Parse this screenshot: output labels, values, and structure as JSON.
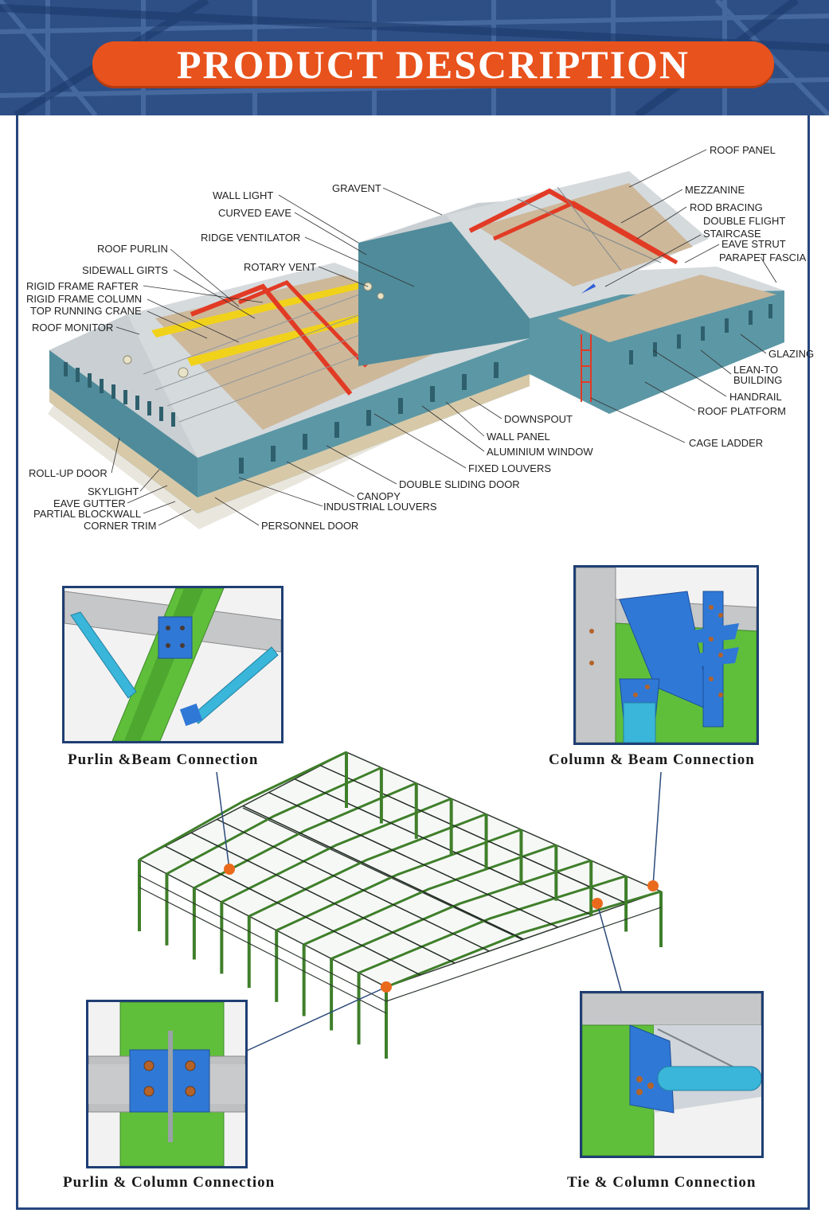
{
  "header": {
    "title": "PRODUCT DESCRIPTION"
  },
  "building_labels": {
    "roof_panel": "ROOF PANEL",
    "mezzanine": "MEZZANINE",
    "rod_bracing": "ROD BRACING",
    "double_flight": "DOUBLE FLIGHT",
    "staircase": "STAIRCASE",
    "eave_strut": "EAVE STRUT",
    "parapet_fascia": "PARAPET FASCIA",
    "gravent": "GRAVENT",
    "wall_light": "WALL LIGHT",
    "curved_eave": "CURVED EAVE",
    "ridge_ventilator": "RIDGE VENTILATOR",
    "roof_purlin": "ROOF PURLIN",
    "rotary_vent": "ROTARY VENT",
    "sidewall_girts": "SIDEWALL GIRTS",
    "rigid_frame_rafter": "RIGID FRAME RAFTER",
    "rigid_frame_column": "RIGID FRAME COLUMN",
    "top_running_crane": "TOP RUNNING CRANE",
    "roof_monitor": "ROOF MONITOR",
    "glazing": "GLAZING",
    "lean_to": "LEAN-TO",
    "building": "BUILDING",
    "handrail": "HANDRAIL",
    "roof_platform": "ROOF PLATFORM",
    "downspout": "DOWNSPOUT",
    "wall_panel": "WALL PANEL",
    "aluminium_window": "ALUMINIUM WINDOW",
    "fixed_louvers": "FIXED LOUVERS",
    "cage_ladder": "CAGE LADDER",
    "double_sliding_door": "DOUBLE SLIDING DOOR",
    "canopy": "CANOPY",
    "industrial_louvers": "INDUSTRIAL LOUVERS",
    "personnel_door": "PERSONNEL DOOR",
    "roll_up_door": "ROLL-UP DOOR",
    "skylight": "SKYLIGHT",
    "eave_gutter": "EAVE GUTTER",
    "partial_blockwall": "PARTIAL BLOCKWALL",
    "corner_trim": "CORNER TRIM"
  },
  "connections": {
    "purlin_beam": "Purlin &Beam Connection",
    "column_beam": "Column & Beam Connection",
    "purlin_column": "Purlin & Column Connection",
    "tie_column": "Tie & Column Connection"
  },
  "colors": {
    "header_blue": "#2d4f86",
    "title_orange": "#e8521c",
    "frame_border": "#26467e",
    "steel_green": "#5fbf3a",
    "bracket_blue": "#2f78d6",
    "wall_teal": "#4f8b9a",
    "marker_orange": "#ea6a1c"
  }
}
